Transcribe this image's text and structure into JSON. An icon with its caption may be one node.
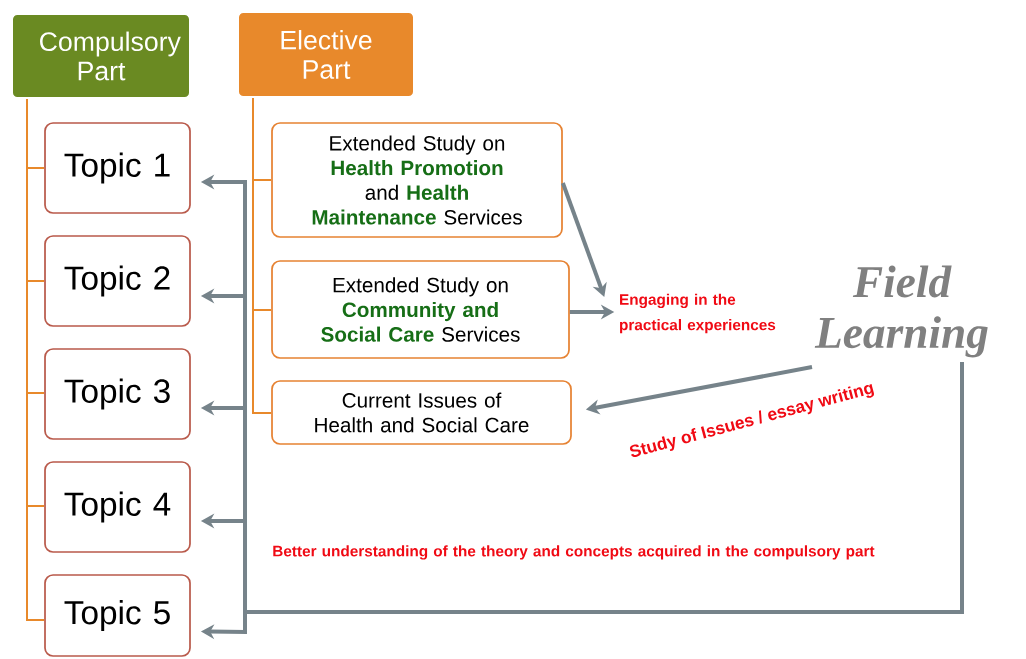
{
  "diagram": {
    "nodes": [
      {
        "text": [
          "Compulsory Part"
        ]
      },
      {
        "text": [
          "Elective Part"
        ]
      },
      {
        "text": [
          "Topic 1"
        ]
      },
      {
        "text": [
          "Topic 2"
        ]
      },
      {
        "text": [
          "Topic 3"
        ]
      },
      {
        "text": [
          "Topic 4"
        ]
      },
      {
        "text": [
          "Topic 5"
        ]
      },
      {
        "text": [
          "Extended Study on **Health Promotion** and **Health Maintenance** Services"
        ]
      },
      {
        "text": [
          "Extended Study on **Community and Social Care** Services"
        ]
      },
      {
        "text": [
          "Current Issues of Health and Social Care"
        ]
      },
      {
        "text": [
          "Engaging in the practical experiences"
        ]
      },
      {
        "text": [
          "Field Learning"
        ]
      }
    ],
    "edges": [
      {
        "from": 0,
        "to": 2,
        "arrow": "none",
        "color": "#e8892b"
      },
      {
        "from": 0,
        "to": 3,
        "arrow": "none",
        "color": "#e8892b"
      },
      {
        "from": 0,
        "to": 4,
        "arrow": "none",
        "color": "#e8892b"
      },
      {
        "from": 0,
        "to": 5,
        "arrow": "none",
        "color": "#e8892b"
      },
      {
        "from": 0,
        "to": 6,
        "arrow": "none",
        "color": "#e8892b"
      },
      {
        "from": 1,
        "to": 7,
        "arrow": "none",
        "color": "#e8892b"
      },
      {
        "from": 1,
        "to": 8,
        "arrow": "none",
        "color": "#e8892b"
      },
      {
        "from": 1,
        "to": 9,
        "arrow": "none",
        "color": "#e8892b"
      },
      {
        "from": 7,
        "to": 10,
        "arrow": "to",
        "style": "thick",
        "color": "#76838a"
      },
      {
        "from": 8,
        "to": 10,
        "arrow": "to",
        "style": "thick",
        "color": "#76838a"
      },
      {
        "from": 11,
        "to": 9,
        "arrow": "to",
        "style": "thick",
        "color": "#76838a",
        "label": "Study of Issues / essay writing"
      },
      {
        "from": 11,
        "to": 2,
        "arrow": "to",
        "style": "thick",
        "color": "#76838a"
      },
      {
        "from": 11,
        "to": 3,
        "arrow": "to",
        "style": "thick",
        "color": "#76838a"
      },
      {
        "from": 11,
        "to": 4,
        "arrow": "to",
        "style": "thick",
        "color": "#76838a"
      },
      {
        "from": 11,
        "to": 5,
        "arrow": "to",
        "style": "thick",
        "color": "#76838a"
      },
      {
        "from": 11,
        "to": 6,
        "arrow": "to",
        "style": "thick",
        "color": "#76838a"
      }
    ],
    "labels": [
      "Better understanding of the theory and concepts acquired in the compulsory part"
    ]
  }
}
